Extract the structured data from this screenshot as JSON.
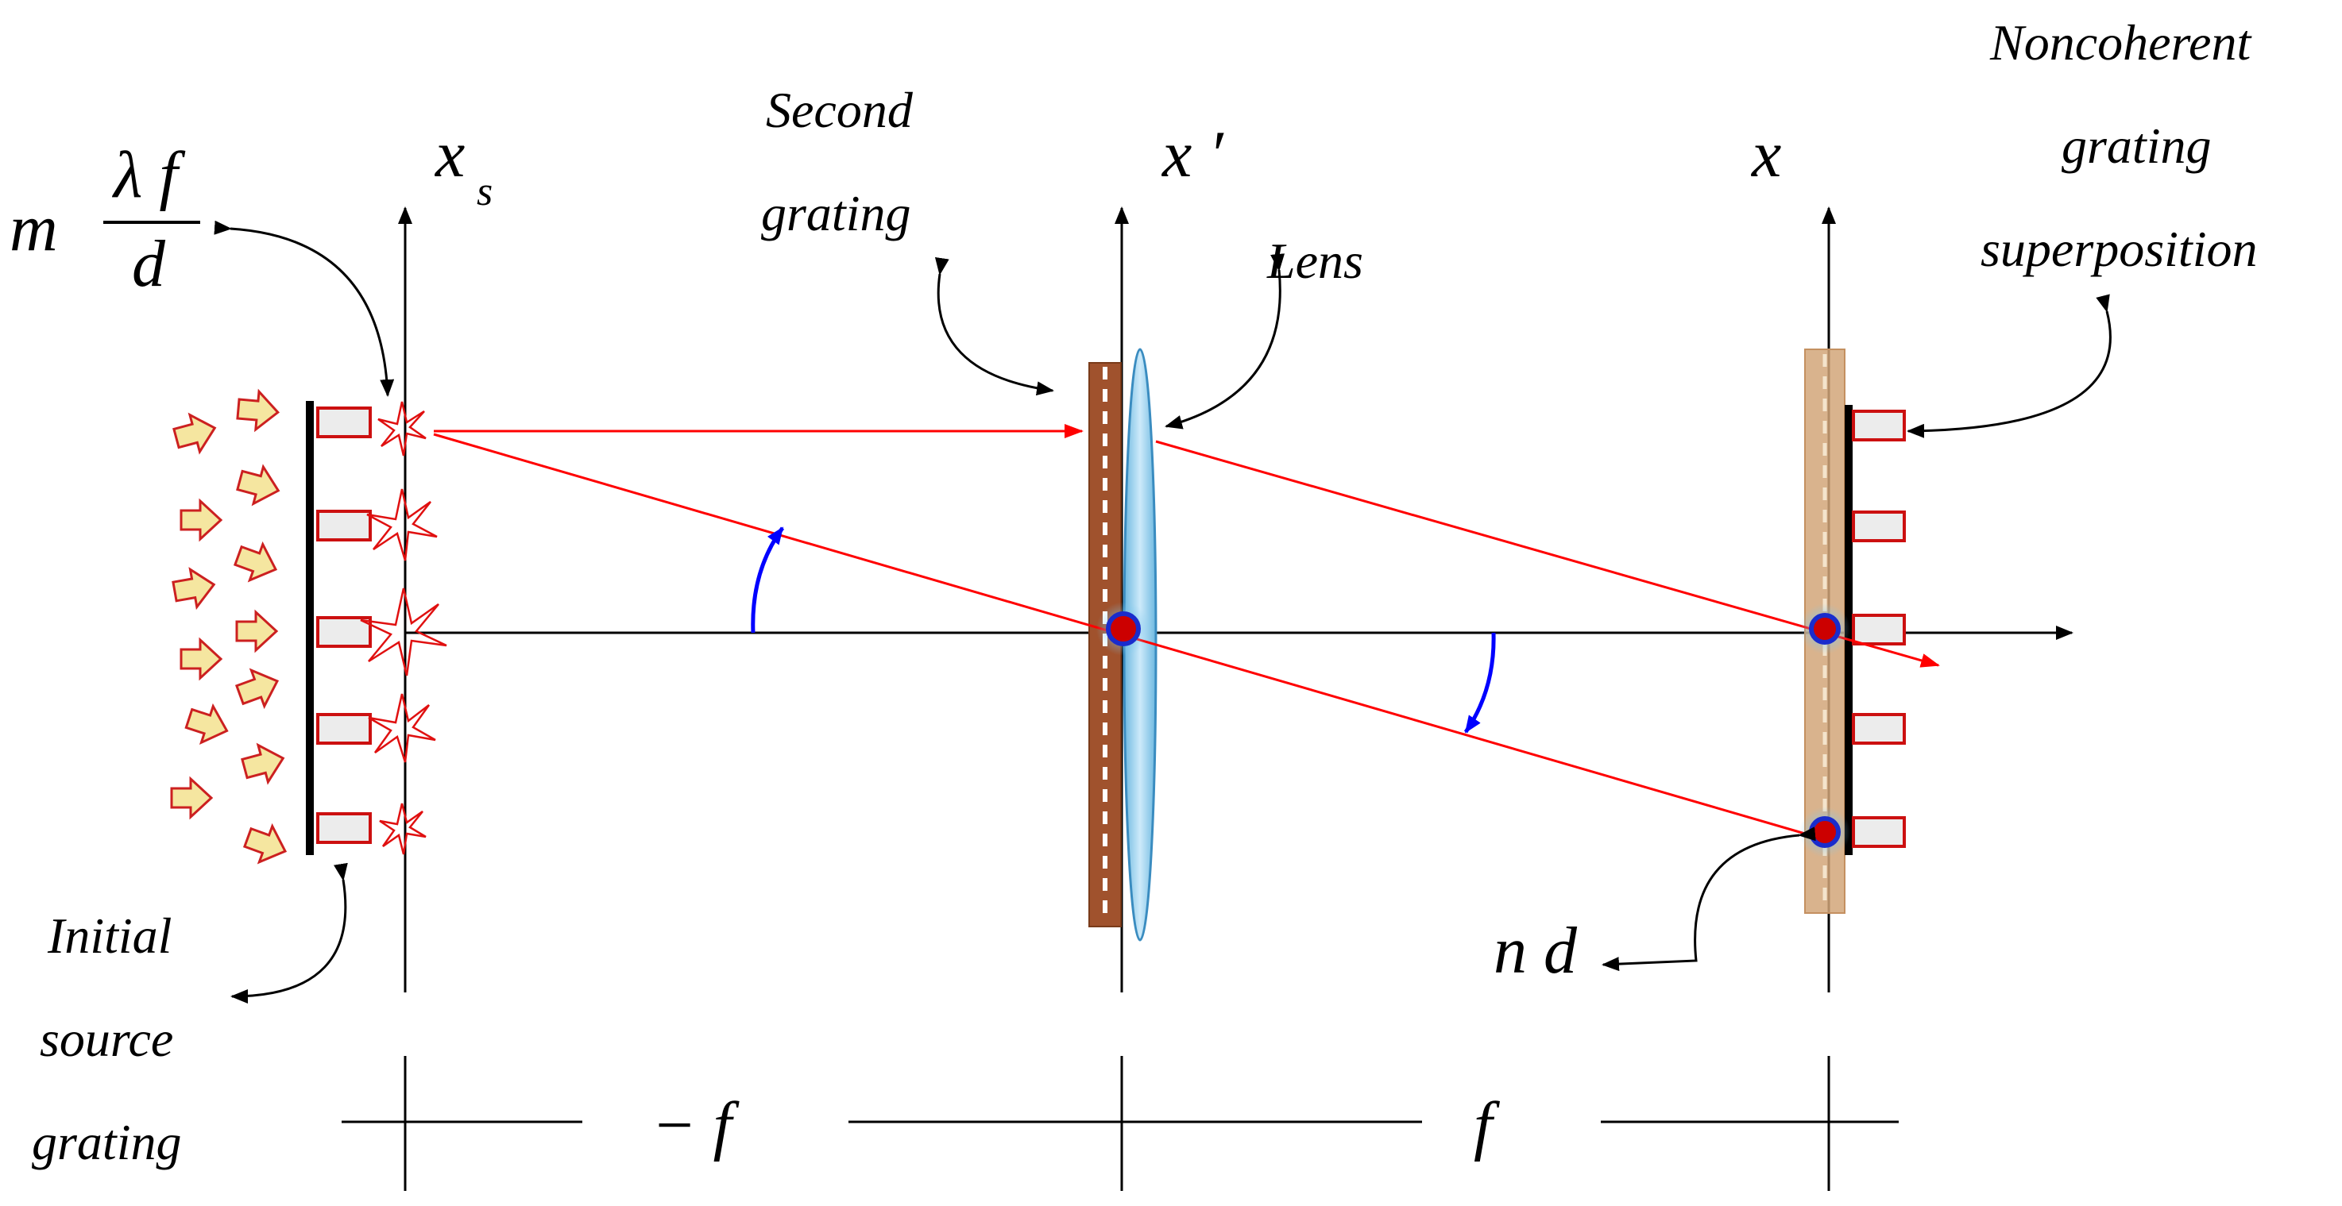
{
  "labels": {
    "second_grating_line1": "Second",
    "second_grating_line2": "grating",
    "lens": "Lens",
    "noncoherent_line1": "Noncoherent",
    "noncoherent_line2": "grating",
    "noncoherent_line3": "superposition",
    "initial_line1": "Initial",
    "initial_line2": "source",
    "initial_line3": "grating",
    "axis_xs_main": "x",
    "axis_xs_sub": "s",
    "axis_xprime": "x ′",
    "axis_x": "x",
    "formula_m": "m",
    "formula_num": "λ f",
    "formula_den": "d",
    "nd": "n d",
    "dist_neg_f": "−  f",
    "dist_f": "f"
  },
  "colors": {
    "ray": "#ff0000",
    "angle_arc": "#0000ff",
    "axis": "#000000",
    "grating_brown": "#a0522d",
    "lens_fill": "#a8d8f0",
    "grating_faded": "#d2a679",
    "arrow_fill": "#f5e6a0",
    "arrow_stroke": "#cc2020",
    "spot_center": "#cc0000",
    "spot_ring": "#1a2ccc"
  },
  "icons": {
    "incoming_light": "block-arrow-icon",
    "source_point": "starburst-icon",
    "focused_spot": "spot-icon"
  }
}
